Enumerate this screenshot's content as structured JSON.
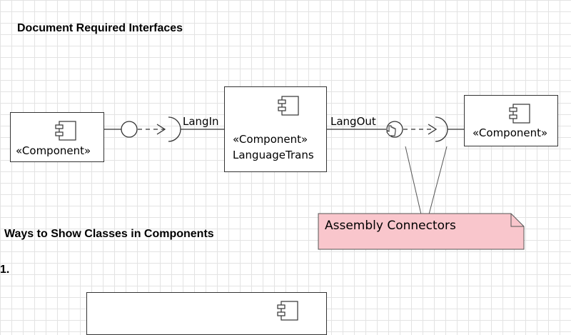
{
  "headings": {
    "title": "Document Required Interfaces",
    "section": "Ways to Show Classes in Components",
    "step": "1."
  },
  "components": {
    "left": {
      "stereotype": "«Component»"
    },
    "center": {
      "stereotype": "«Component»",
      "name": "LanguageTrans"
    },
    "right": {
      "stereotype": "«Component»"
    },
    "bottom": {
      "stereotype": ""
    }
  },
  "interfaces": {
    "lang_in": "LangIn",
    "lang_out": "LangOut"
  },
  "note": {
    "text": "Assembly Connectors",
    "fill": "#f9c6cc",
    "border": "#555555"
  },
  "colors": {
    "grid": "#e3e3e3",
    "line": "#333333"
  }
}
